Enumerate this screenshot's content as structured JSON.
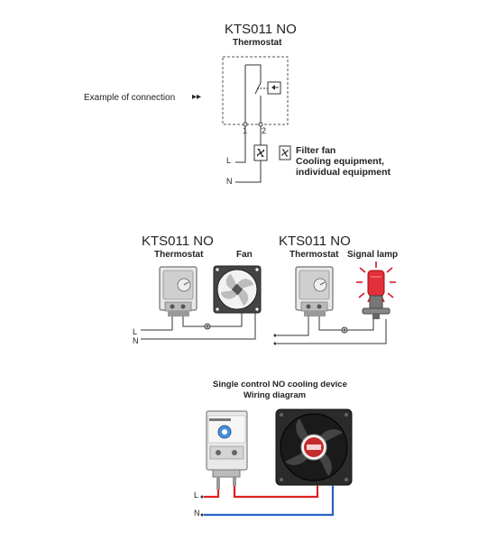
{
  "section1": {
    "title": "KTS011 NO",
    "subtitle": "Thermostat",
    "example_label": "Example of connection",
    "arrow": "▸▸",
    "terminal_1": "1",
    "terminal_2": "2",
    "line_L": "L",
    "line_N": "N",
    "legend_line1": "Filter fan",
    "legend_line2": "Cooling equipment,",
    "legend_line3": "individual equipment"
  },
  "section2": {
    "left_title": "KTS011 NO",
    "left_sub": "Thermostat",
    "fan_label": "Fan",
    "right_title": "KTS011 NO",
    "right_sub": "Thermostat",
    "lamp_label": "Signal lamp",
    "line_L": "L",
    "line_N": "N"
  },
  "section3": {
    "title_line1": "Single control NO cooling device",
    "title_line2": "Wiring diagram",
    "line_L": "L",
    "line_N": "N",
    "colors": {
      "live": "#e02020",
      "neutral": "#2a62c9"
    }
  }
}
